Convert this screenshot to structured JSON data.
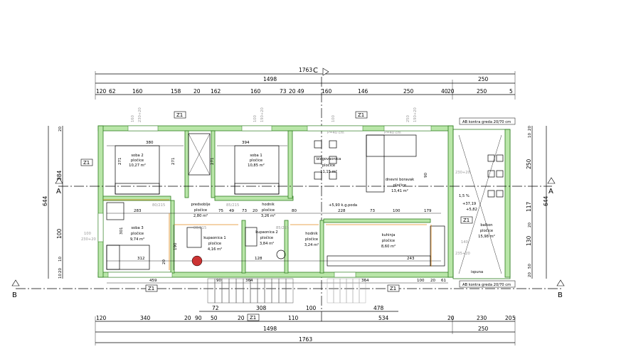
{
  "axis_marks": {
    "a": "A",
    "b": "B",
    "c": "C"
  },
  "dims": {
    "top_total": "1763",
    "top_row1": [
      "1498",
      "250"
    ],
    "top_row2": [
      "120",
      "62",
      "160",
      "158",
      "20",
      "162",
      "160",
      "73",
      "20",
      "49",
      "160",
      "146",
      "250",
      "40",
      "20",
      "250",
      "5"
    ],
    "bottom_row1": [
      "72",
      "308",
      "100",
      "478"
    ],
    "bottom_row2": [
      "120",
      "340",
      "20",
      "90",
      "50",
      "20",
      "110",
      "534",
      "20",
      "230",
      "20",
      "5"
    ],
    "bottom_row3": [
      "1498",
      "250"
    ],
    "bottom_total": "1763",
    "left_outer": "644",
    "left_inner": [
      "20",
      "384",
      "100",
      "10",
      "20",
      "10"
    ],
    "right_outer": "644",
    "right_inner": [
      "20",
      "10",
      "250",
      "117",
      "20",
      "130",
      "50",
      "20"
    ],
    "interior": [
      "380",
      "394",
      "283",
      "75",
      "49",
      "73",
      "20",
      "80",
      "228",
      "73",
      "100",
      "179",
      "312",
      "128",
      "364",
      "243",
      "364",
      "100",
      "20",
      "61",
      "459",
      "90"
    ],
    "vertical_interior": [
      "271",
      "271",
      "271",
      "301",
      "90",
      "190",
      "20"
    ]
  },
  "tags": {
    "z1": "Z1"
  },
  "rooms": [
    {
      "name": "soba 2",
      "floor": "pločice",
      "area": "10,27 m²"
    },
    {
      "name": "soba 1",
      "floor": "pločice",
      "area": "10,85 m²"
    },
    {
      "name": "blagovaonica",
      "floor": "pločice",
      "area": "11,15 m²"
    },
    {
      "name": "dnevni boravak",
      "floor": "pločice",
      "area": "13,41 m²"
    },
    {
      "name": "predsoblje",
      "floor": "pločice",
      "area": "2,80 m²"
    },
    {
      "name": "hodnik",
      "floor": "pločice",
      "area": "3,26 m²"
    },
    {
      "name": "soba 3",
      "floor": "pločice",
      "area": "9,74 m²"
    },
    {
      "name": "kupaonica 1",
      "floor": "pločice",
      "area": "4,16 m²"
    },
    {
      "name": "kupaonica 2",
      "floor": "pločice",
      "area": "3,84 m²"
    },
    {
      "name": "hodnik",
      "floor": "pločice",
      "area": "3,24 m²"
    },
    {
      "name": "kuhinja",
      "floor": "pločice",
      "area": "8,60 m²"
    },
    {
      "name": "balkon",
      "floor": "pločice",
      "area": "15,98 m²"
    }
  ],
  "notes": {
    "ab_top": "AB kontra greda 20/70 cm",
    "ab_bottom": "AB kontra greda 20/70 cm",
    "level": "+5,90 k.g.poda",
    "level2": "+37,19",
    "level3": "+5,82",
    "ispuna": "ispuna",
    "slope": "1,5 %",
    "p40": "P=40 cm"
  },
  "window_labels": [
    "160",
    "230+20",
    "100",
    "100",
    "190+20",
    "250",
    "190+20",
    "100",
    "230+20",
    "140",
    "235+20",
    "80/215",
    "80/215",
    "85/215",
    "85/215",
    "80/215"
  ]
}
